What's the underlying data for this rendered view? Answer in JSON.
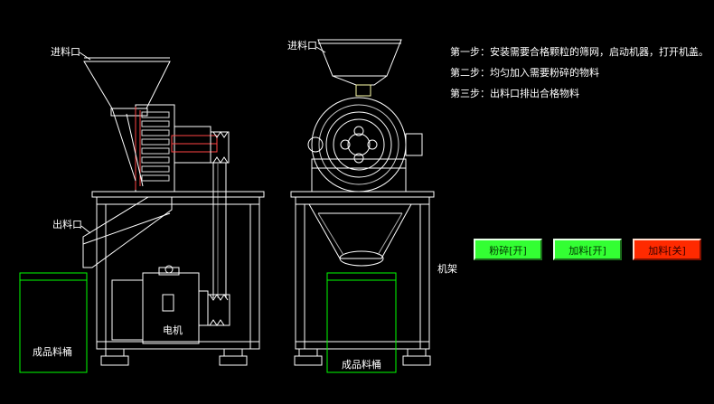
{
  "labels": {
    "inlet_left": "进料口",
    "inlet_right": "进料口",
    "outlet_left": "出料口",
    "motor": "电机",
    "bin_left": "成品料桶",
    "bin_right": "成品料桶",
    "frame": "机架"
  },
  "steps": [
    "第一步：安装需要合格颗粒的筛网，启动机器，打开机盖。",
    "第二步：均匀加入需要粉碎的物料",
    "第三步：出料口排出合格物料"
  ],
  "controls": {
    "crush_button": "粉碎[开]",
    "feed_on_button": "加料[开]",
    "feed_off_button": "加料[关]"
  },
  "colors": {
    "background": "#000000",
    "line": "#ffffff",
    "bin_outline": "#00ff00",
    "running_button": "#33ff33",
    "stop_button": "#ff2a00",
    "detail_red": "#ff3333"
  }
}
